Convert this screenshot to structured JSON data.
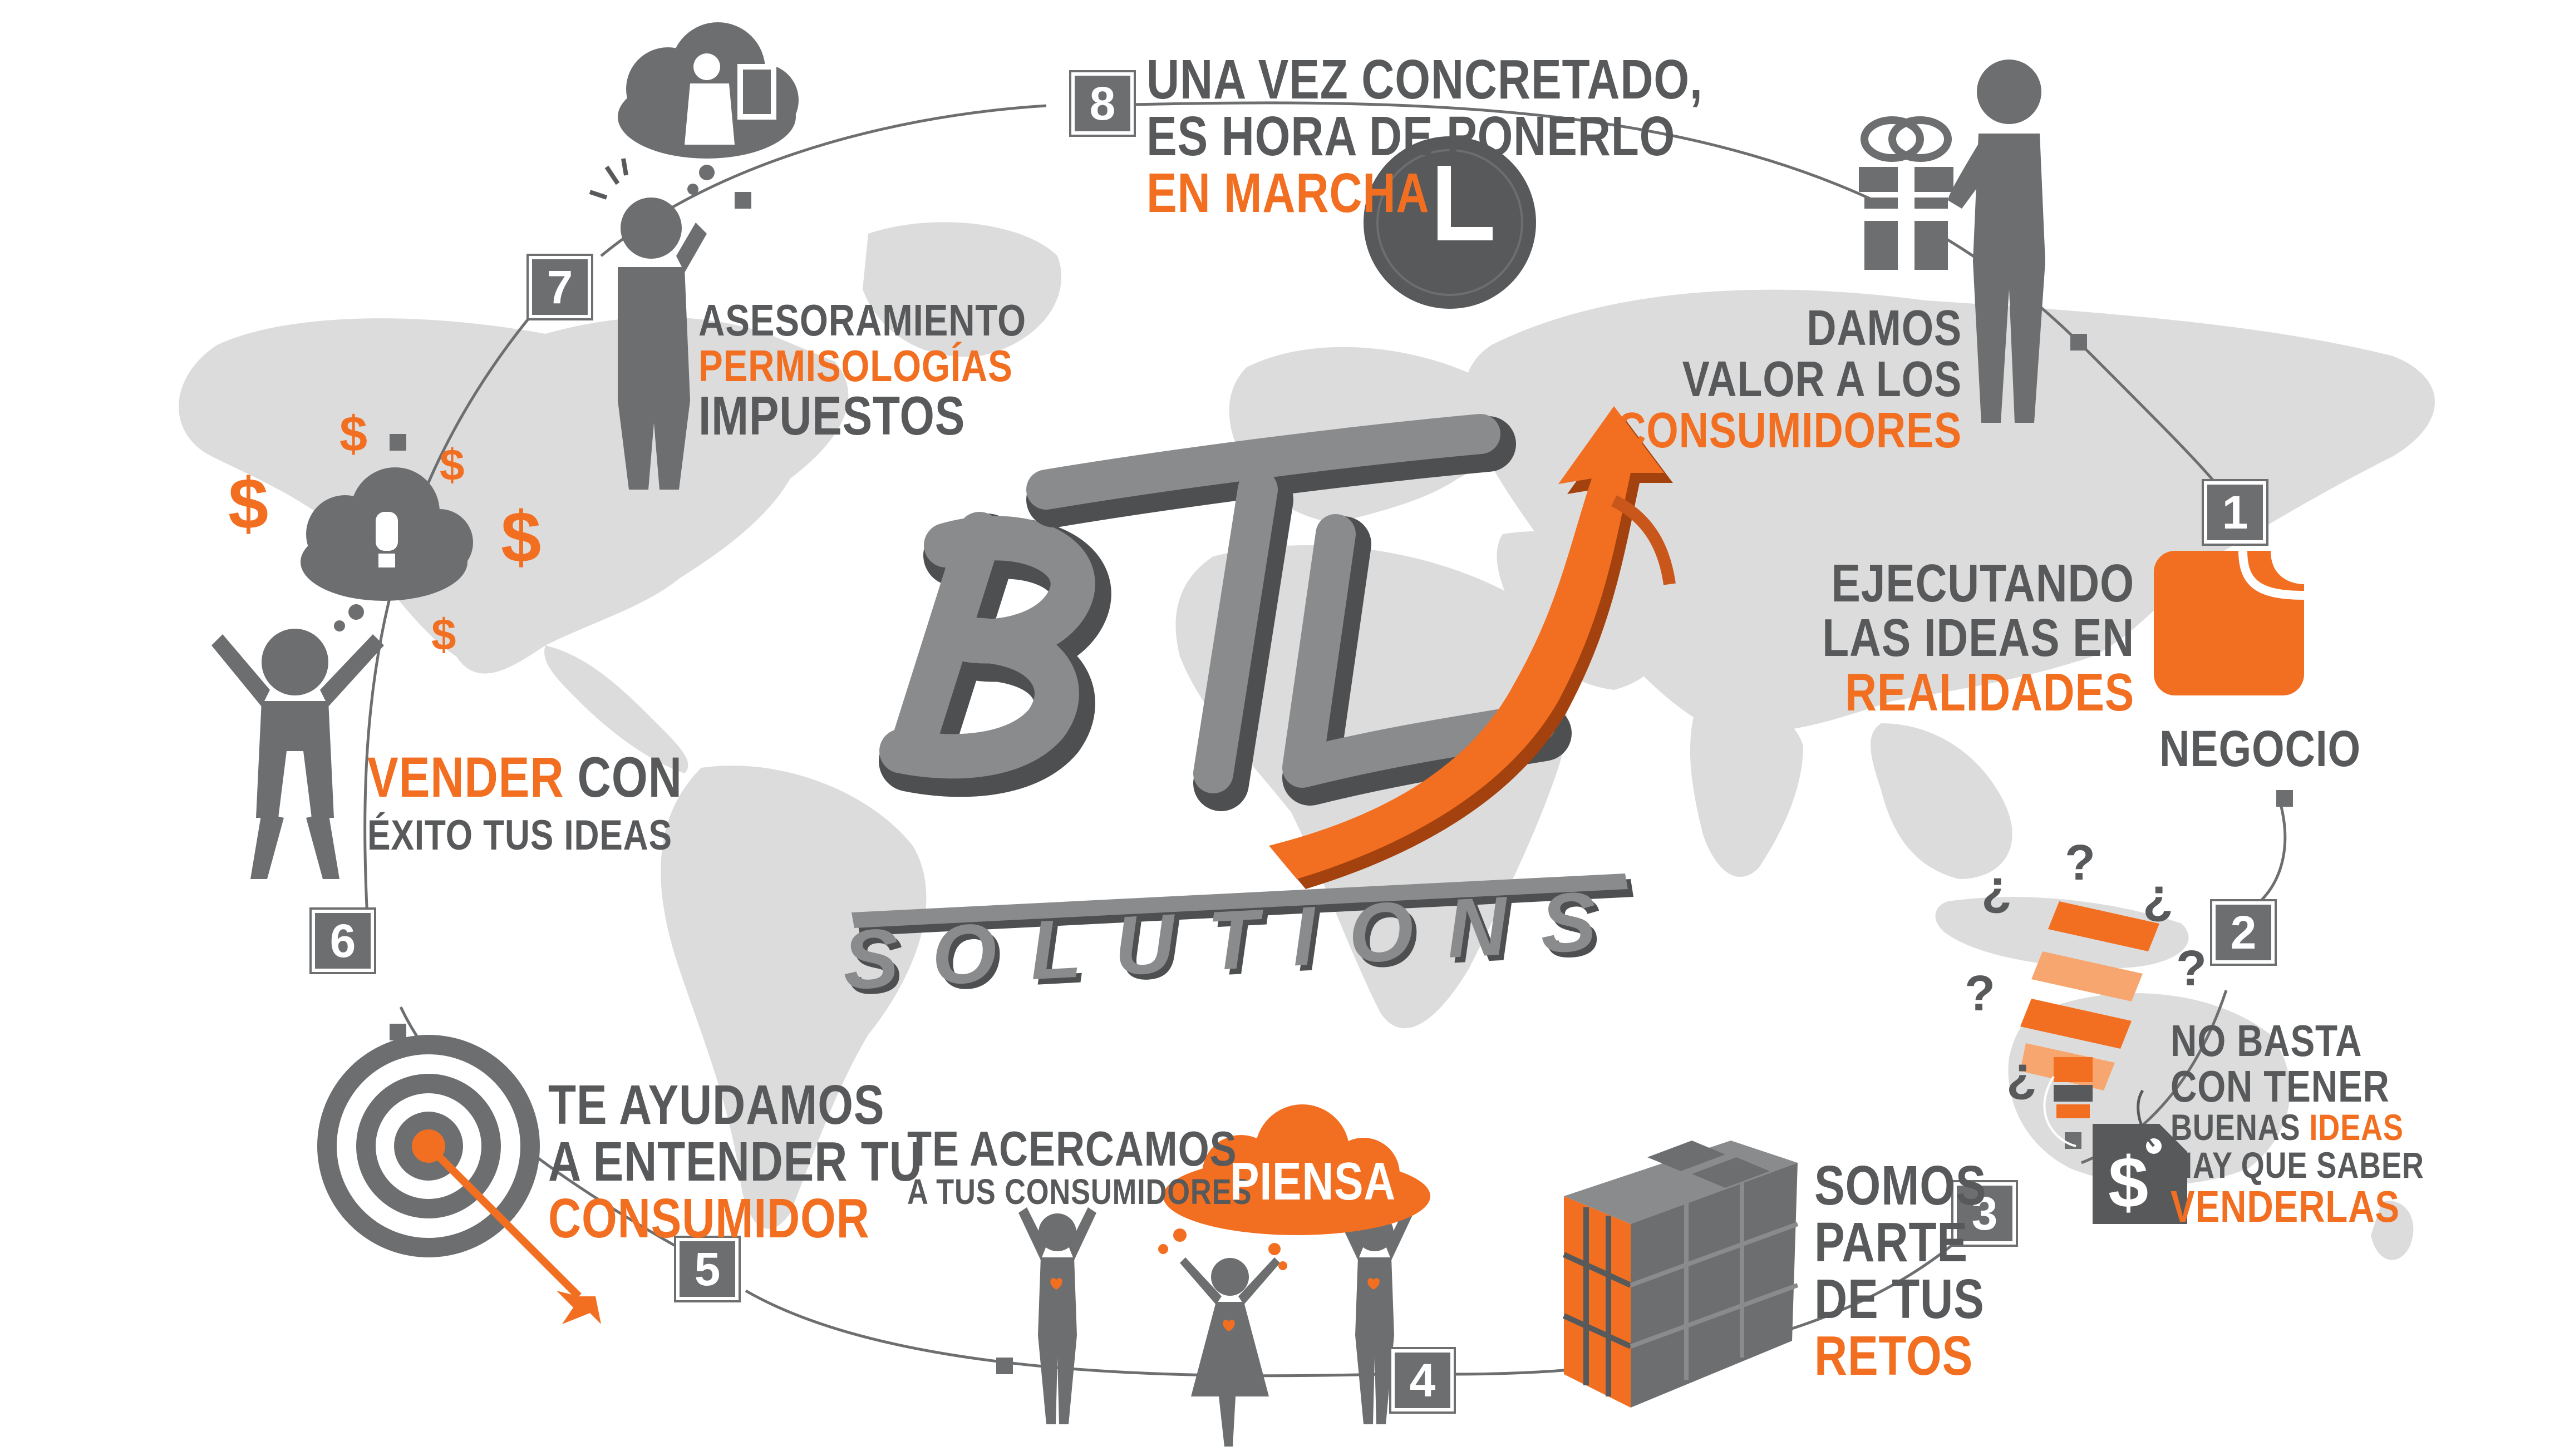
{
  "colors": {
    "orange": "#f26f21",
    "gray": "#58595b",
    "map": "#dcdcdc"
  },
  "logo": {
    "mark": "BTL",
    "wordmark": "SOLUTIONS"
  },
  "steps": {
    "s1": {
      "number": "1",
      "title_l1": "DAMOS",
      "title_l2": "VALOR A LOS",
      "title_l3": "CONSUMIDORES",
      "sub_l1": "EJECUTANDO",
      "sub_l2": "LAS IDEAS EN",
      "sub_l3": "REALIDADES",
      "caption": "NEGOCIO",
      "icons": [
        "gift-icon",
        "person-icon",
        "folded-note-icon"
      ]
    },
    "s2": {
      "number": "2",
      "l1": "NO BASTA",
      "l2": "CON TENER",
      "l3_a": "BUENAS ",
      "l3_b": "IDEAS",
      "l4": "HAY QUE SABER",
      "l5": "VENDERLAS",
      "tag_symbol": "$",
      "question_mark": "?",
      "question_inverted": "¿",
      "icons": [
        "lightbulb-icon",
        "price-tag-icon"
      ]
    },
    "s3": {
      "number": "3",
      "l1": "SOMOS",
      "l2": "PARTE",
      "l3": "DE TUS",
      "l4": "RETOS",
      "icons": [
        "cube-puzzle-icon"
      ]
    },
    "s4": {
      "number": "4",
      "l1": "TE ACERCAMOS",
      "l2": "A TUS CONSUMIDORES",
      "cloud": "PIENSA",
      "icons": [
        "people-icon",
        "cloud-icon"
      ]
    },
    "s5": {
      "number": "5",
      "l1": "TE AYUDAMOS",
      "l2": "A ENTENDER TU",
      "l3": "CONSUMIDOR",
      "icons": [
        "target-icon",
        "arrow-icon"
      ]
    },
    "s6": {
      "number": "6",
      "l1_a": "VENDER",
      "l1_b": " CON",
      "l2": "ÉXITO TUS IDEAS",
      "dollar": "$",
      "icons": [
        "jumping-person-icon",
        "thought-cloud-icon",
        "lightbulb-icon"
      ]
    },
    "s7": {
      "number": "7",
      "l1": "ASESORAMIENTO",
      "l2": "PERMISOLOGÍAS",
      "l3": "IMPUESTOS",
      "icons": [
        "thinking-person-icon",
        "advisor-cloud-icon"
      ]
    },
    "s8": {
      "number": "8",
      "l1": "UNA VEZ CONCRETADO,",
      "l2": "ES HORA DE PONERLO",
      "l3": "EN MARCHA",
      "icons": [
        "clock-icon"
      ]
    }
  }
}
